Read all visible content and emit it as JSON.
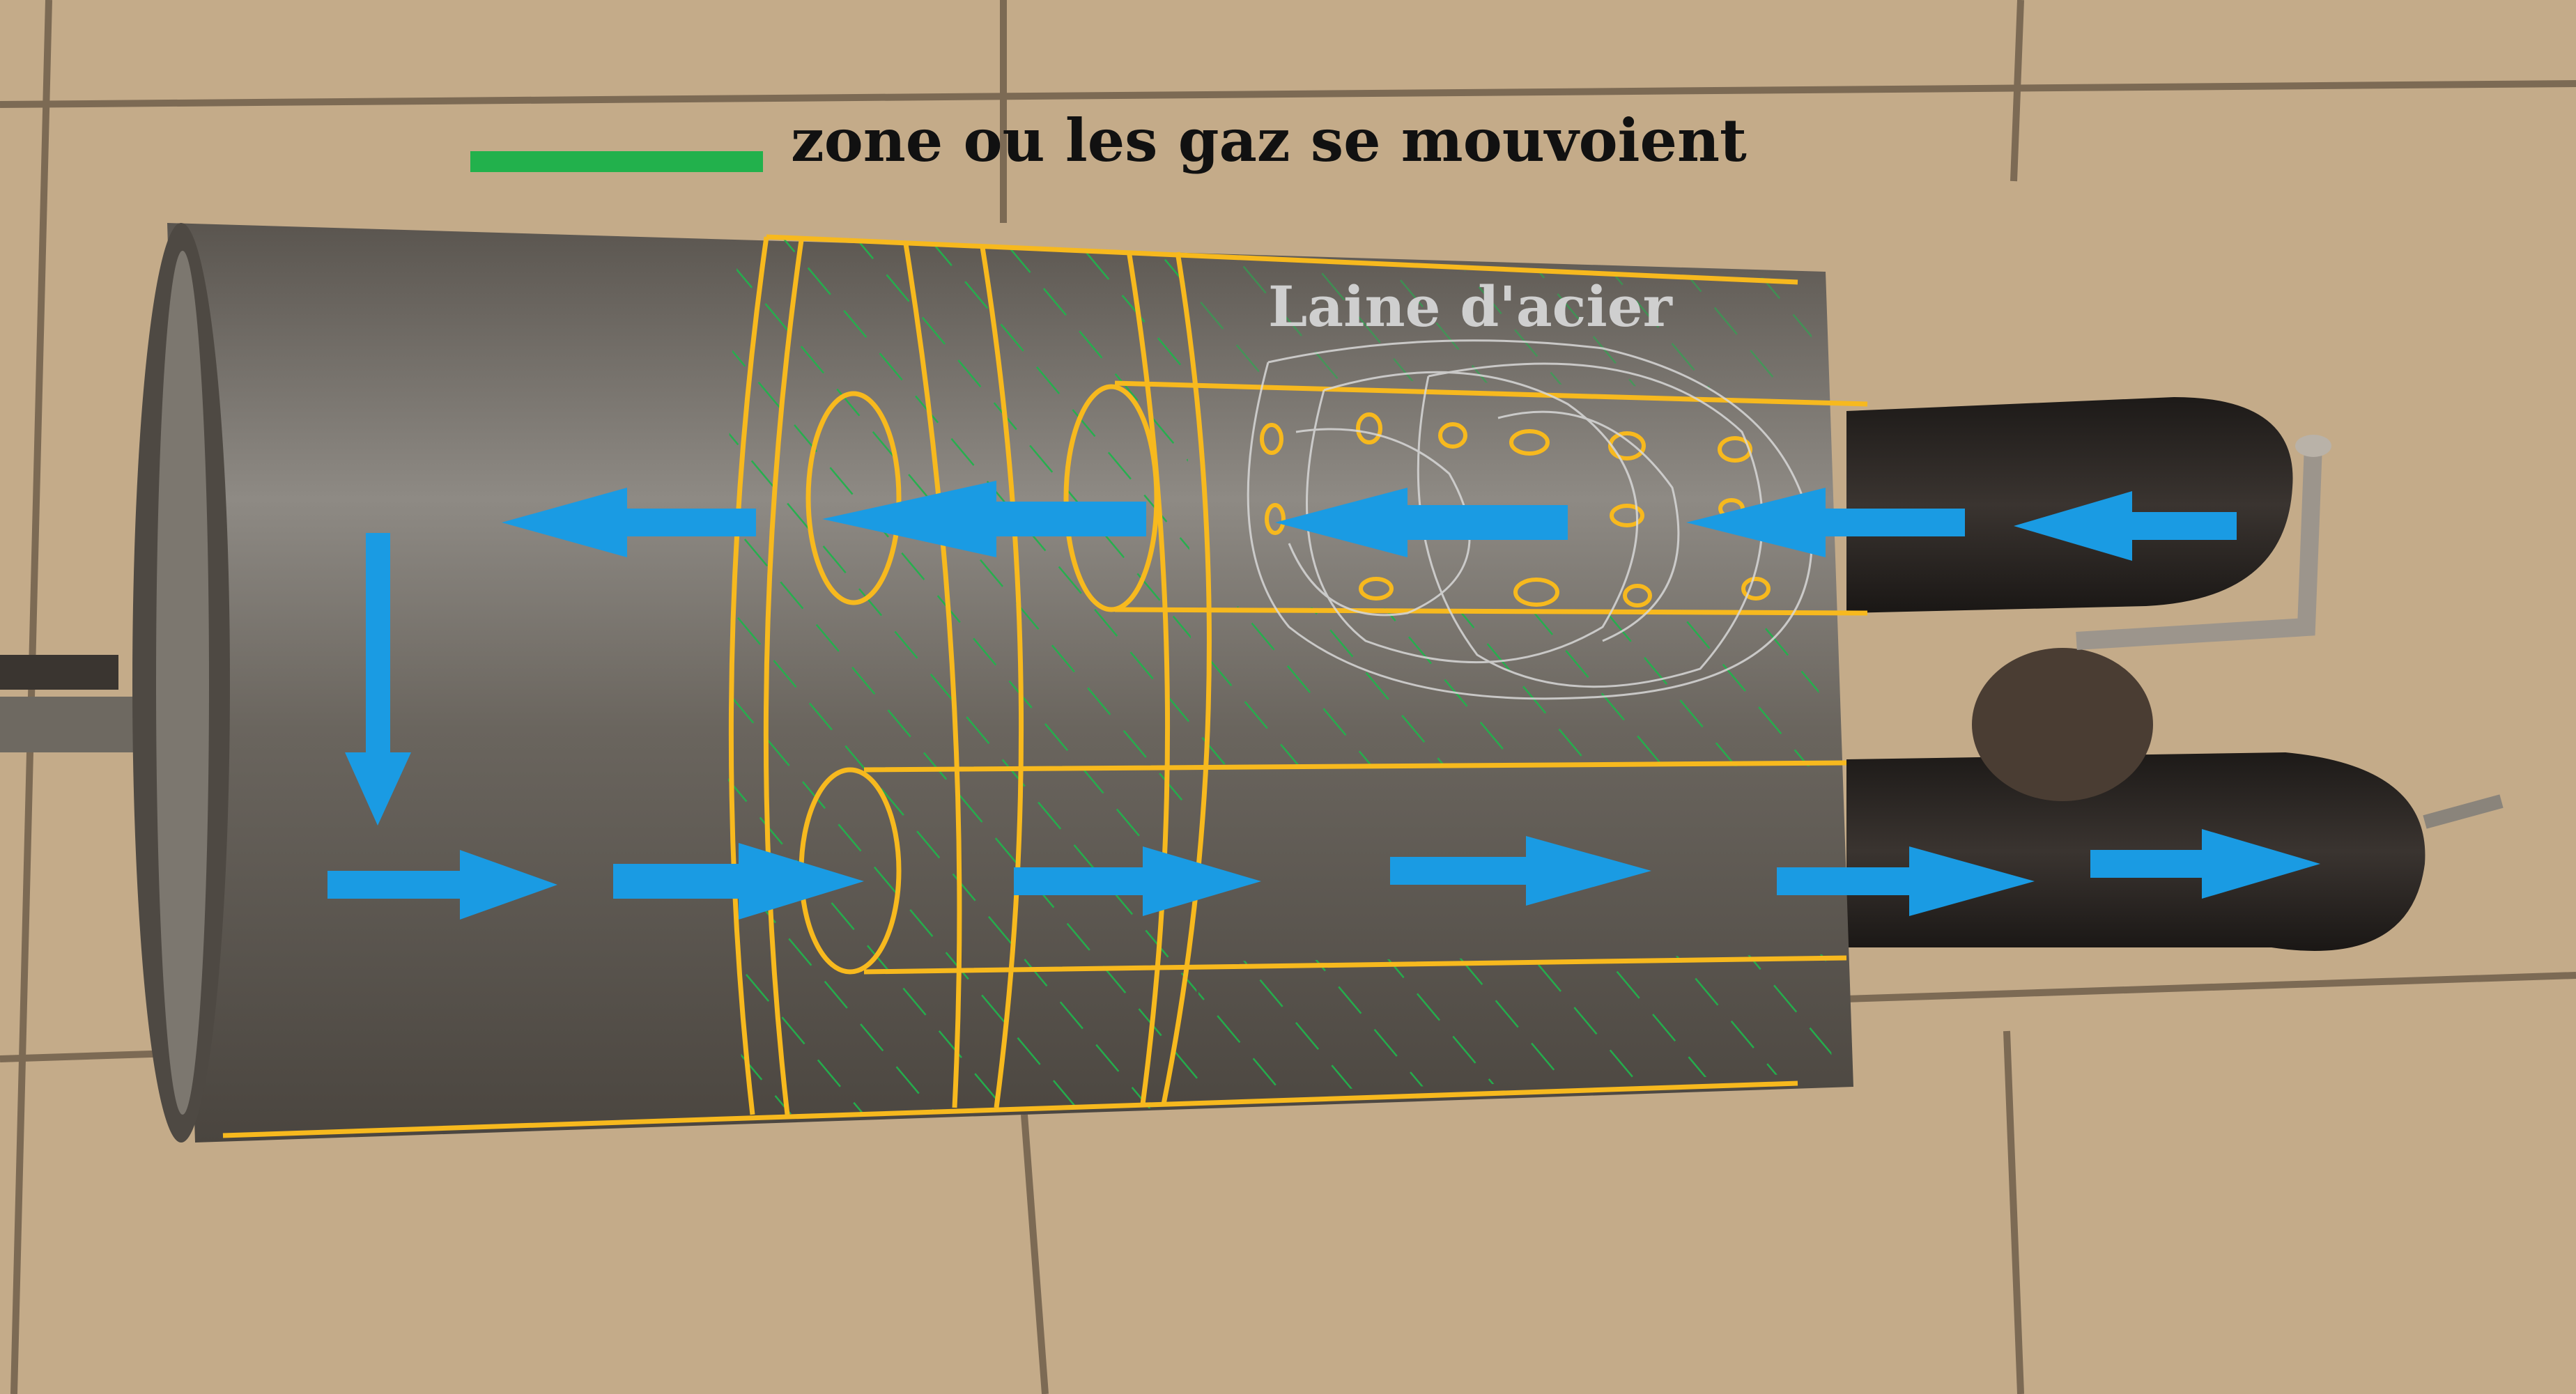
{
  "legend": {
    "label": "zone ou les gaz se mouvoient",
    "swatch_color": "#22b14c"
  },
  "annotations": {
    "steel_wool_label": "Laine d'acier"
  },
  "colors": {
    "tile_floor": "#c9b08e",
    "grout": "#6b5a48",
    "muffler_body": "#6f6a63",
    "tailpipe": "#2b2724",
    "chamber_outline": "#f7b91e",
    "hatch": "#22b14c",
    "flow_arrow": "#1a9be3",
    "steel_wool_scribble": "#d8d8d8"
  },
  "flow": {
    "direction": "inlet on the right, upper tube to the left, down at the left end, lower tube out to the right"
  }
}
